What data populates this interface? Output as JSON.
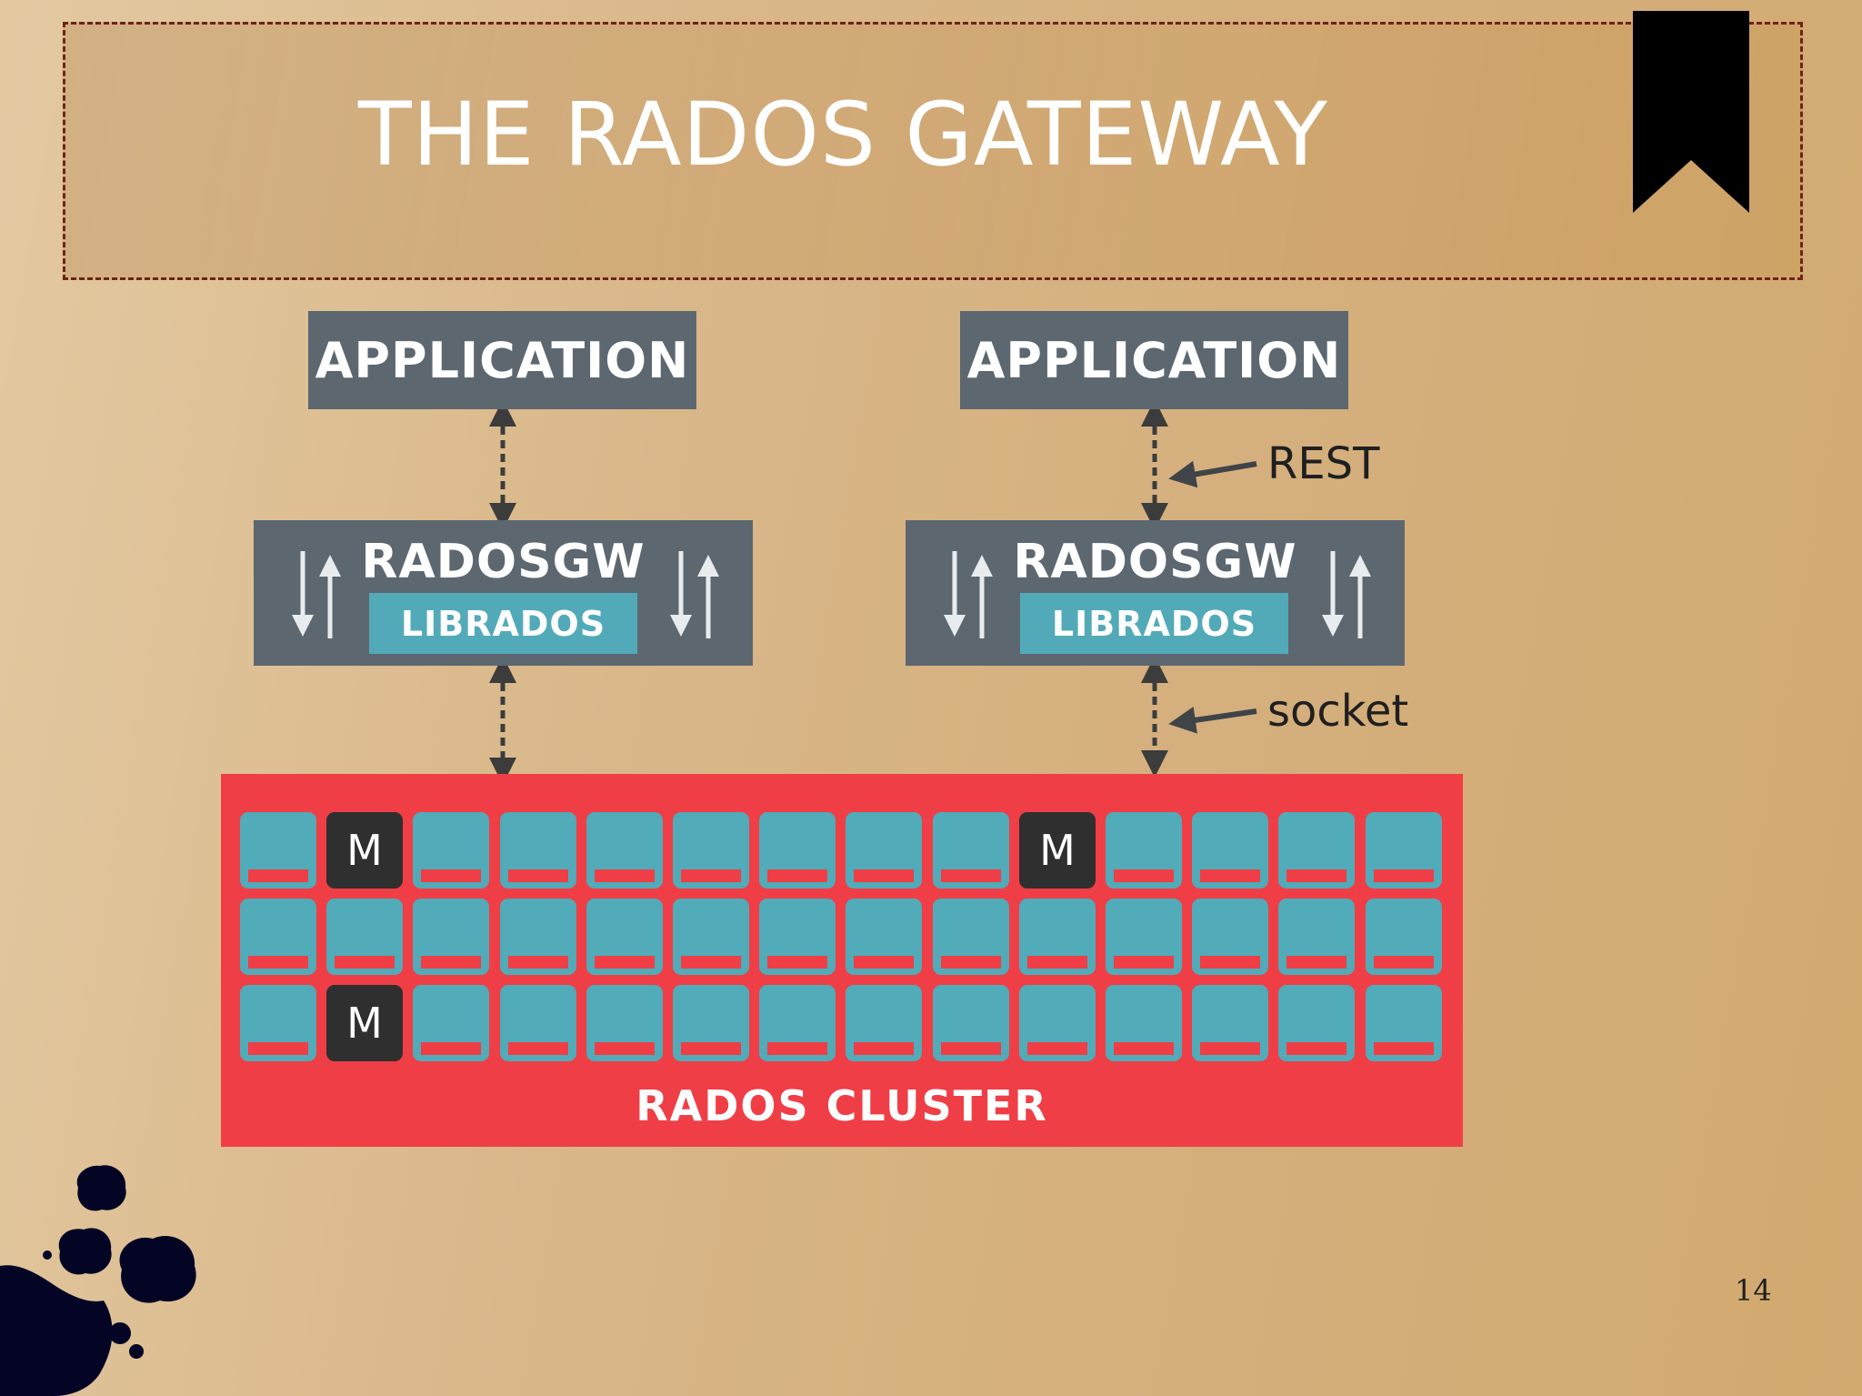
{
  "slide": {
    "title": "THE RADOS GATEWAY",
    "page_number": "14"
  },
  "diagram": {
    "left_stack": {
      "application": "APPLICATION",
      "gateway": "RADOSGW",
      "library": "LIBRADOS"
    },
    "right_stack": {
      "application": "APPLICATION",
      "gateway": "RADOSGW",
      "library": "LIBRADOS",
      "app_link_label": "REST",
      "cluster_link_label": "socket"
    },
    "cluster": {
      "label": "RADOS CLUSTER",
      "monitor_label": "M",
      "rows": 3,
      "columns": 14,
      "monitors": [
        [
          0,
          1
        ],
        [
          0,
          9
        ],
        [
          2,
          1
        ]
      ]
    }
  },
  "colors": {
    "box_gray": "#5d6770",
    "librados_teal": "#52aab9",
    "cluster_red": "#ef3e46",
    "monitor_dark": "#2f2f2f",
    "frame_border": "#6f2219",
    "bookmark": "#000000",
    "ink_blot": "#040525"
  }
}
